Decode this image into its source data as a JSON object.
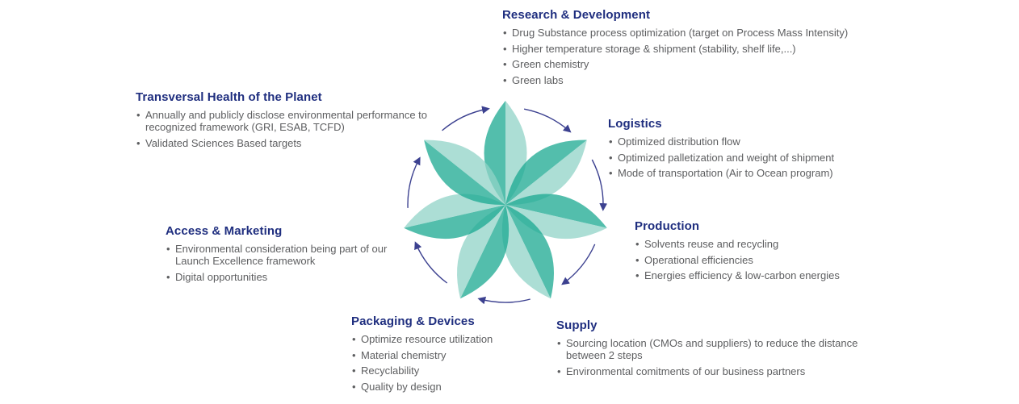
{
  "colors": {
    "heading": "#1f2e7f",
    "body": "#5d5e60",
    "petal_dark": "#1aa890",
    "petal_light": "#90d3c7",
    "arrow": "#3c4190"
  },
  "flower": {
    "petal_count": 7,
    "description": "seven-petal flower with clockwise cycle arrows"
  },
  "sections": [
    {
      "id": "research-development",
      "title": "Research & Development",
      "bullets": [
        "Drug Substance process optimization (target on Process Mass Intensity)",
        "Higher temperature storage & shipment (stability, shelf life,...)",
        "Green chemistry",
        "Green labs"
      ]
    },
    {
      "id": "transversal-health",
      "title": "Transversal Health of the Planet",
      "bullets": [
        "Annually and publicly disclose environmental performance to recognized framework (GRI, ESAB, TCFD)",
        "Validated Sciences Based targets"
      ]
    },
    {
      "id": "logistics",
      "title": "Logistics",
      "bullets": [
        "Optimized distribution flow",
        "Optimized palletization and weight of shipment",
        "Mode of transportation (Air to Ocean program)"
      ]
    },
    {
      "id": "access-marketing",
      "title": "Access & Marketing",
      "bullets": [
        "Environmental consideration being part of our Launch Excellence framework",
        "Digital opportunities"
      ]
    },
    {
      "id": "production",
      "title": "Production",
      "bullets": [
        "Solvents reuse and recycling",
        "Operational efficiencies",
        "Energies efficiency & low-carbon energies"
      ]
    },
    {
      "id": "packaging-devices",
      "title": "Packaging & Devices",
      "bullets": [
        "Optimize resource utilization",
        "Material chemistry",
        "Recyclability",
        "Quality by design"
      ]
    },
    {
      "id": "supply",
      "title": "Supply",
      "bullets": [
        "Sourcing location (CMOs and suppliers) to reduce the distance between 2 steps",
        "Environmental comitments of our business partners"
      ]
    }
  ]
}
